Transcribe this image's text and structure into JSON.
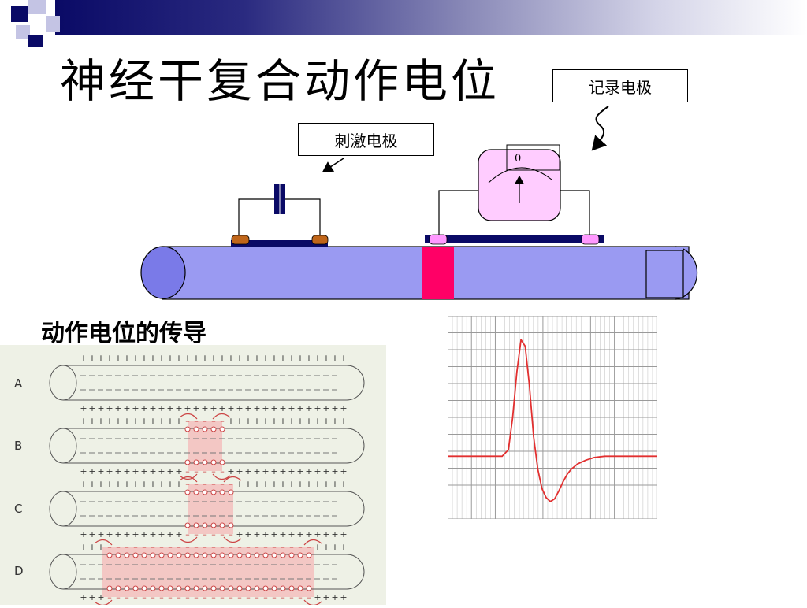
{
  "title": "神经干复合动作电位",
  "subtitle": "动作电位的传导",
  "labels": {
    "recording_electrode": "记录电极",
    "stimulating_electrode": "刺激电极",
    "meter_zero": "0"
  },
  "conduction_rows": [
    "A",
    "B",
    "C",
    "D"
  ],
  "chart_data": {
    "type": "line",
    "title": "",
    "xlabel": "",
    "ylabel": "",
    "grid": true,
    "xlim": [
      0,
      100
    ],
    "ylim": [
      -40,
      100
    ],
    "series": [
      {
        "color": "#e23030",
        "x": [
          0,
          10,
          20,
          26,
          29,
          31,
          33,
          35,
          37,
          39,
          41,
          43,
          45,
          47,
          49,
          51,
          53,
          55,
          57,
          59,
          62,
          66,
          70,
          75,
          80,
          86,
          92,
          100
        ],
        "y": [
          0,
          0,
          0,
          0,
          5,
          30,
          65,
          90,
          85,
          55,
          15,
          -10,
          -25,
          -32,
          -35,
          -33,
          -27,
          -20,
          -14,
          -10,
          -6,
          -3,
          -1,
          0,
          0,
          0,
          0,
          0
        ]
      }
    ]
  },
  "colors": {
    "nerve": "#9a9af2",
    "stimulus_band": "#ff0066",
    "meter": "#ffccff",
    "electrode_bar": "#0a0a66",
    "stim_pad": "#c0661a",
    "rec_pad": "#ff99ff",
    "trace": "#e23030"
  }
}
